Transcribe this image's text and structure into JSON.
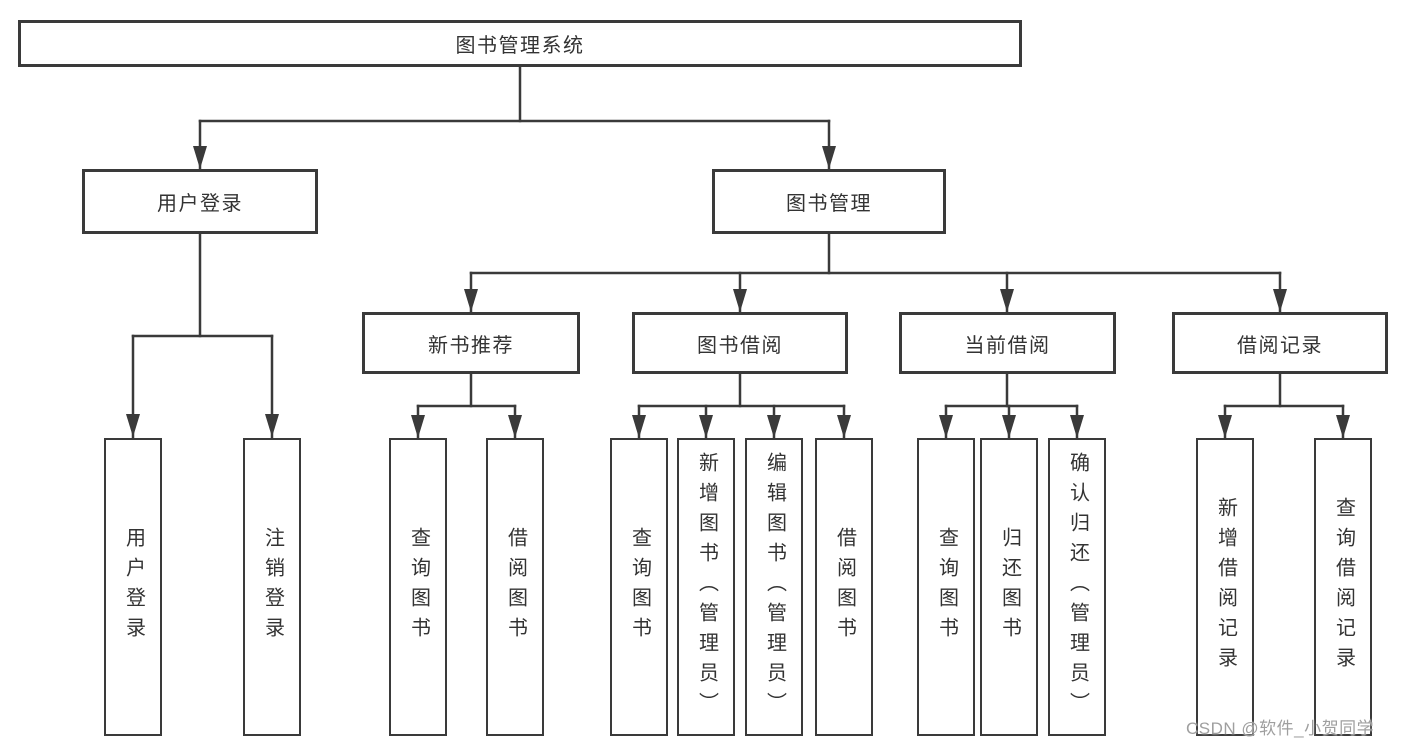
{
  "diagram": {
    "root": "图书管理系统",
    "branches": [
      {
        "label": "用户登录",
        "children": [
          "用户登录",
          "注销登录"
        ]
      },
      {
        "label": "图书管理",
        "groups": [
          {
            "label": "新书推荐",
            "children": [
              "查询图书",
              "借阅图书"
            ]
          },
          {
            "label": "图书借阅",
            "children": [
              "查询图书",
              "新增图书（管理员）",
              "编辑图书（管理员）",
              "借阅图书"
            ]
          },
          {
            "label": "当前借阅",
            "children": [
              "查询图书",
              "归还图书",
              "确认归还（管理员）"
            ]
          },
          {
            "label": "借阅记录",
            "children": [
              "新增借阅记录",
              "查询借阅记录"
            ]
          }
        ]
      }
    ]
  },
  "watermark": {
    "text": "CSDN @软件_小贺同学"
  },
  "colors": {
    "line": "#3a3a3a",
    "text": "#333333",
    "wm": "#9f9f9f",
    "bg": "#ffffff"
  }
}
